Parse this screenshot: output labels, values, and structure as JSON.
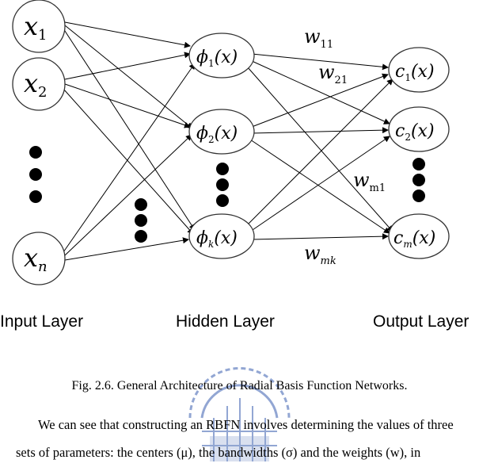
{
  "diagram": {
    "input_nodes": [
      {
        "base": "x",
        "sub": "1"
      },
      {
        "base": "x",
        "sub": "2"
      },
      {
        "base": "x",
        "sub": "n"
      }
    ],
    "hidden_nodes": [
      {
        "base": "ϕ",
        "sub": "1",
        "arg": "(x)"
      },
      {
        "base": "ϕ",
        "sub": "2",
        "arg": "(x)"
      },
      {
        "base": "ϕ",
        "sub": "k",
        "arg": "(x)"
      }
    ],
    "output_nodes": [
      {
        "base": "c",
        "sub": "1",
        "arg": "(x)"
      },
      {
        "base": "c",
        "sub": "2",
        "arg": "(x)"
      },
      {
        "base": "c",
        "sub": "m",
        "arg": "(x)"
      }
    ],
    "weights": [
      {
        "base": "w",
        "sub": "11"
      },
      {
        "base": "w",
        "sub": "21"
      },
      {
        "base": "w",
        "sub": "m1"
      },
      {
        "base": "w",
        "sub": "mk"
      }
    ],
    "layers": {
      "input": "Input Layer",
      "hidden": "Hidden Layer",
      "output": "Output Layer"
    }
  },
  "caption": "Fig. 2.6.    General Architecture of Radial Basis Function Networks.",
  "paragraph": {
    "line1": "We can see that constructing an RBFN involves determining the values of three",
    "line2": "sets of parameters: the centers (μ), the bandwidths (σ) and the weights (w), in"
  },
  "colors": {
    "node_stroke": "#333333",
    "edge": "#000000",
    "watermark": "#3a5fb0"
  }
}
